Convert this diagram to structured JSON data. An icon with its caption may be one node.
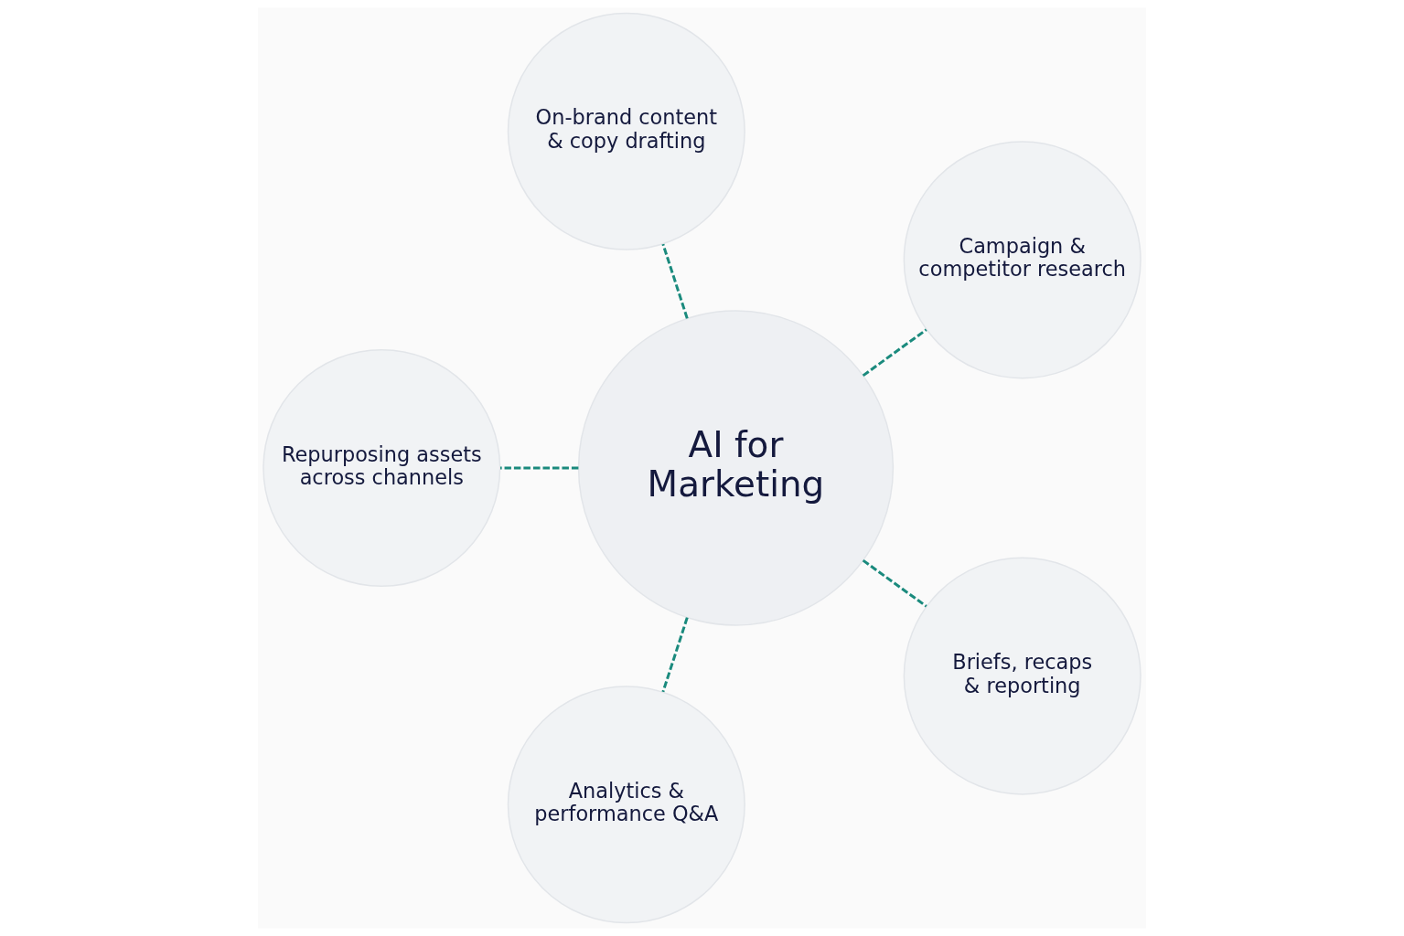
{
  "diagram": {
    "nodes": [
      {
        "text": [
          "Campaign & competitor research"
        ]
      },
      {
        "text": [
          "On-brand content & copy drafting"
        ]
      },
      {
        "text": [
          "AI for Marketing"
        ]
      },
      {
        "text": [
          "Repurposing assets across channels"
        ]
      },
      {
        "text": [
          "Analytics & performance Q&A"
        ]
      },
      {
        "text": [
          "Briefs, recaps & reporting"
        ]
      }
    ],
    "edges": [
      {
        "from": 2,
        "to": 0,
        "arrow": "none",
        "style": "dashed"
      },
      {
        "from": 2,
        "to": 1,
        "arrow": "none",
        "style": "dashed"
      },
      {
        "from": 2,
        "to": 3,
        "arrow": "none",
        "style": "dashed"
      },
      {
        "from": 2,
        "to": 4,
        "arrow": "none",
        "style": "dashed"
      },
      {
        "from": 2,
        "to": 5,
        "arrow": "none",
        "style": "dashed"
      }
    ]
  }
}
